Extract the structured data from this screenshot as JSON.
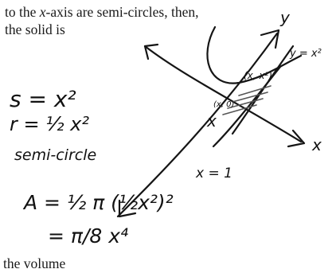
{
  "printed": {
    "line1_before": "to the ",
    "line1_var": "x",
    "line1_after": "-axis are semi-circles, then,",
    "line2": "the solid is",
    "line3": "the volume"
  },
  "handwriting": {
    "s_eq": "s = x²",
    "r_eq": "r = ½ x²",
    "semi": "semi-circle",
    "area_eq": "A = ½ π (½x²)²",
    "area_eq2": "= π/8 x⁴",
    "axis_y": "y",
    "axis_x": "x",
    "curve_label": "y = x²",
    "point_top": "(x, x²)",
    "point_bottom": "(x, 0)",
    "x_marker": "x",
    "line_label": "x = 1"
  }
}
